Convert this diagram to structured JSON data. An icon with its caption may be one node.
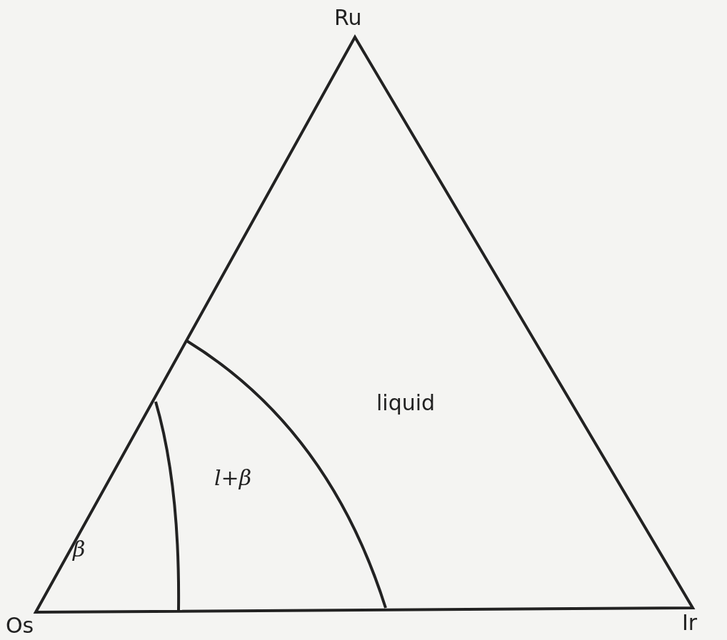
{
  "diagram": {
    "labels": [
      "Ru",
      "liquid",
      "l+β",
      "β",
      "Os",
      "Ir"
    ]
  }
}
